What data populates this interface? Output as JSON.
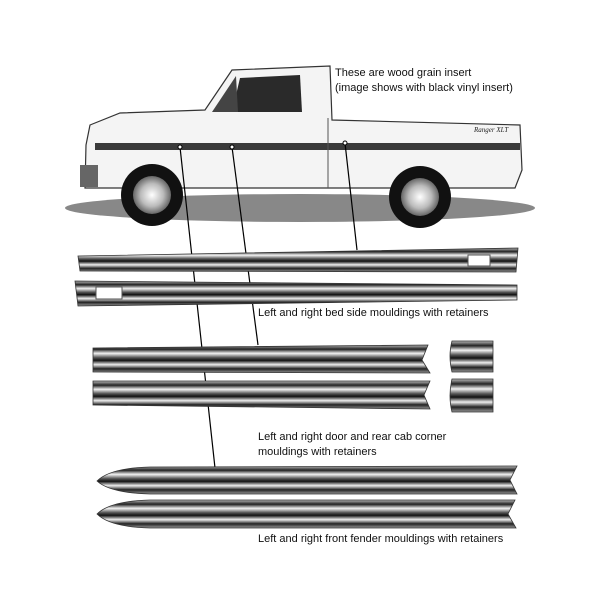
{
  "captions": {
    "insert_note_line1": "These are wood grain insert",
    "insert_note_line2": "(image shows with black vinyl insert)",
    "bed_side": "Left and right bed side mouldings with retainers",
    "door_line1": "Left and right door and rear cab corner",
    "door_line2": "mouldings with retainers",
    "front_fender": "Left and right front fender mouldings with retainers"
  },
  "truck_badge": "Ranger XLT",
  "colors": {
    "chrome_dark": "#1a1a1a",
    "chrome_light": "#e8e8e8",
    "body": "#f4f4f4"
  }
}
